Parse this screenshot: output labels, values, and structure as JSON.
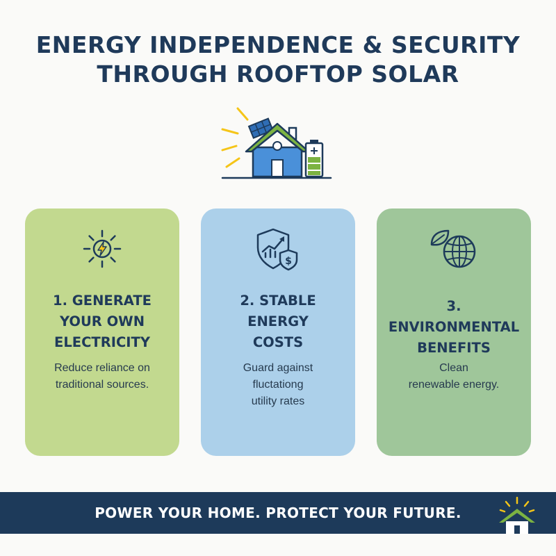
{
  "header": {
    "title": "ENERGY INDEPENDENCE & SECURITY\nTHROUGH ROOFTOP SOLAR"
  },
  "hero": {
    "icon": "solar-house-battery-icon"
  },
  "cards": [
    {
      "icon": "sun-lightning-icon",
      "title": "1. GENERATE\nYOUR OWN\nELECTRICITY",
      "text": "Reduce reliance on\ntraditional sources.",
      "color": "#c2d98f"
    },
    {
      "icon": "shield-chart-dollar-icon",
      "title": "2. STABLE\nENERGY\nCOSTS",
      "text": "Guard against\nfluctationg\nutility rates",
      "color": "#acd0ea"
    },
    {
      "icon": "globe-leaf-icon",
      "title": "3. ENVIRONMENTAL\nBENEFITS",
      "text": "Clean\nrenewable energy.",
      "color": "#9fc69a"
    }
  ],
  "footer": {
    "tagline": "POWER YOUR HOME. PROTECT YOUR FUTURE.",
    "logo_icon": "house-sun-icon"
  },
  "colors": {
    "navy": "#1d3a5a",
    "green": "#7cb342",
    "blue": "#4a90d9",
    "sun": "#f5c518"
  }
}
